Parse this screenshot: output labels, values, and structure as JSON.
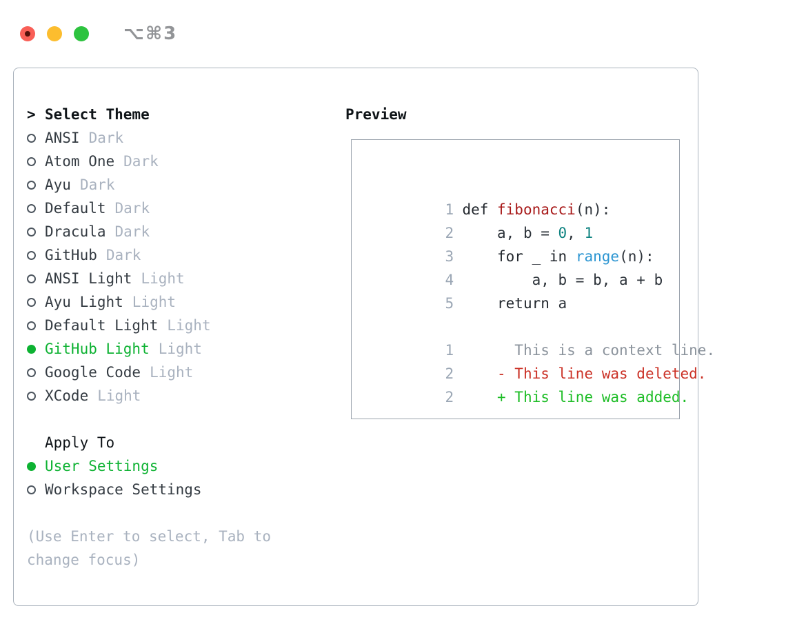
{
  "window": {
    "title": "⌥⌘3"
  },
  "colors": {
    "accent-green": "#0db232",
    "diff-add": "#1dbd26",
    "diff-del": "#cb3227",
    "diff-ctx": "#8b939c",
    "tok-kw": "#22272d",
    "tok-pln": "#2d333a",
    "tok-fn": "#a81a1a",
    "tok-num": "#0d8280",
    "tok-bi": "#2d96d2",
    "line-num": "#9aa6b4",
    "muted": "#a9b2bf",
    "text": "#343b42",
    "heading": "#0f1418",
    "border-outer": "#a9b2bc",
    "border-inner": "#99a2ac",
    "traffic-red": "#f95f57",
    "traffic-red-dot": "#55100a",
    "traffic-yellow": "#fcbd2e",
    "traffic-green": "#2dc33f",
    "title-gray": "#929497"
  },
  "theme_panel": {
    "prompt": ">",
    "title": "Select Theme",
    "items": [
      {
        "name": "ANSI",
        "variant": "Dark",
        "selected": false
      },
      {
        "name": "Atom One",
        "variant": "Dark",
        "selected": false
      },
      {
        "name": "Ayu",
        "variant": "Dark",
        "selected": false
      },
      {
        "name": "Default",
        "variant": "Dark",
        "selected": false
      },
      {
        "name": "Dracula",
        "variant": "Dark",
        "selected": false
      },
      {
        "name": "GitHub",
        "variant": "Dark",
        "selected": false
      },
      {
        "name": "ANSI Light",
        "variant": "Light",
        "selected": false
      },
      {
        "name": "Ayu Light",
        "variant": "Light",
        "selected": false
      },
      {
        "name": "Default Light",
        "variant": "Light",
        "selected": false
      },
      {
        "name": "GitHub Light",
        "variant": "Light",
        "selected": true
      },
      {
        "name": "Google Code",
        "variant": "Light",
        "selected": false
      },
      {
        "name": "XCode",
        "variant": "Light",
        "selected": false
      }
    ]
  },
  "apply_to": {
    "title": "Apply To",
    "options": [
      {
        "name": "User Settings",
        "selected": true
      },
      {
        "name": "Workspace Settings",
        "selected": false
      }
    ]
  },
  "hint_lines": [
    "(Use Enter to select, Tab to",
    "change focus)"
  ],
  "preview": {
    "title": "Preview",
    "code_lines": [
      {
        "num": "1",
        "s0": "def ",
        "s1": "fibonacci",
        "s2": "(n):"
      },
      {
        "num": "2",
        "s0": "    a, b = ",
        "s1": "0",
        "s2": ", ",
        "s3": "1"
      },
      {
        "num": "3",
        "s0": "    ",
        "s1": "for",
        "s2": " _ ",
        "s3": "in",
        "s4": " ",
        "s5": "range",
        "s6": "(n):"
      },
      {
        "num": "4",
        "s0": "        a, b = b, a + b"
      },
      {
        "num": "5",
        "s0": "    ",
        "s1": "return",
        "s2": " a"
      }
    ],
    "diff_lines": [
      {
        "num": "1",
        "text": "      This is a context line."
      },
      {
        "num": "2",
        "text": "    - This line was deleted."
      },
      {
        "num": "2",
        "text": "    + This line was added."
      }
    ]
  }
}
